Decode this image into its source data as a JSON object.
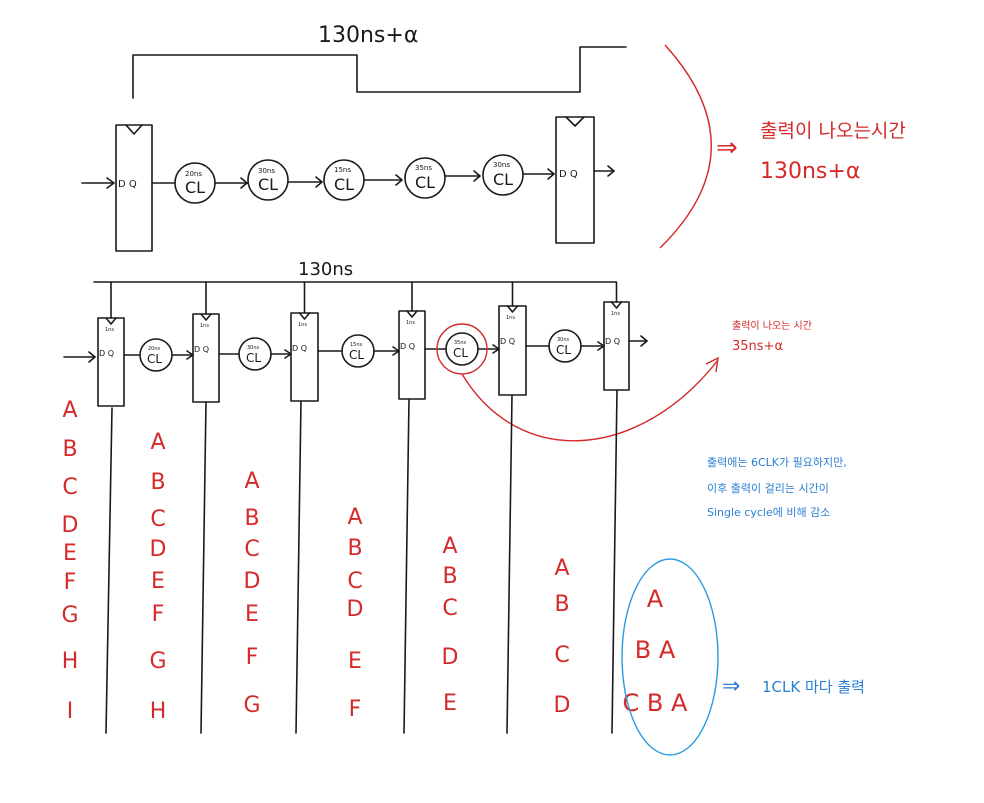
{
  "top": {
    "timing_label": "130ns+α",
    "dq": "D Q",
    "stages": [
      {
        "delay": "20ns",
        "logic": "CL"
      },
      {
        "delay": "30ns",
        "logic": "CL"
      },
      {
        "delay": "15ns",
        "logic": "CL"
      },
      {
        "delay": "35ns",
        "logic": "CL"
      },
      {
        "delay": "30ns",
        "logic": "CL"
      }
    ],
    "note_line1": "출력이 나오는시간",
    "note_line2": "130ns+α",
    "arrow_glyph": "⇒"
  },
  "pipeline": {
    "timing_label": "130ns",
    "reg_delay": "1ns",
    "dq": "D Q",
    "stages": [
      {
        "delay": "20ns",
        "logic": "CL"
      },
      {
        "delay": "30ns",
        "logic": "CL"
      },
      {
        "delay": "15ns",
        "logic": "CL"
      },
      {
        "delay": "35ns",
        "logic": "CL"
      },
      {
        "delay": "30ns",
        "logic": "CL"
      }
    ],
    "note_line1": "출력이 나오는 시간",
    "note_line2": "35ns+α"
  },
  "columns": [
    [
      "A",
      "B",
      "C",
      "D",
      "E",
      "F",
      "G",
      "H",
      "I"
    ],
    [
      "A",
      "B",
      "C",
      "D",
      "E",
      "F",
      "G",
      "H"
    ],
    [
      "A",
      "B",
      "C",
      "D",
      "E",
      "F",
      "G"
    ],
    [
      "A",
      "B",
      "C",
      "D",
      "E",
      "F"
    ],
    [
      "A",
      "B",
      "C",
      "D",
      "E"
    ],
    [
      "A",
      "B",
      "C",
      "D"
    ],
    [
      "A",
      "B A",
      "C B A"
    ]
  ],
  "blue_note": [
    "출력에는 6CLK가 필요하지만,",
    "이후 출력이 걸리는 시간이",
    "Single cycle에 비해 감소"
  ],
  "per_clk_note": "1CLK 마다 출력",
  "per_clk_arrow": "⇒",
  "colors": {
    "ink": "#1a1a1a",
    "red": "#d42a2a",
    "blue": "#2a7fd4"
  }
}
